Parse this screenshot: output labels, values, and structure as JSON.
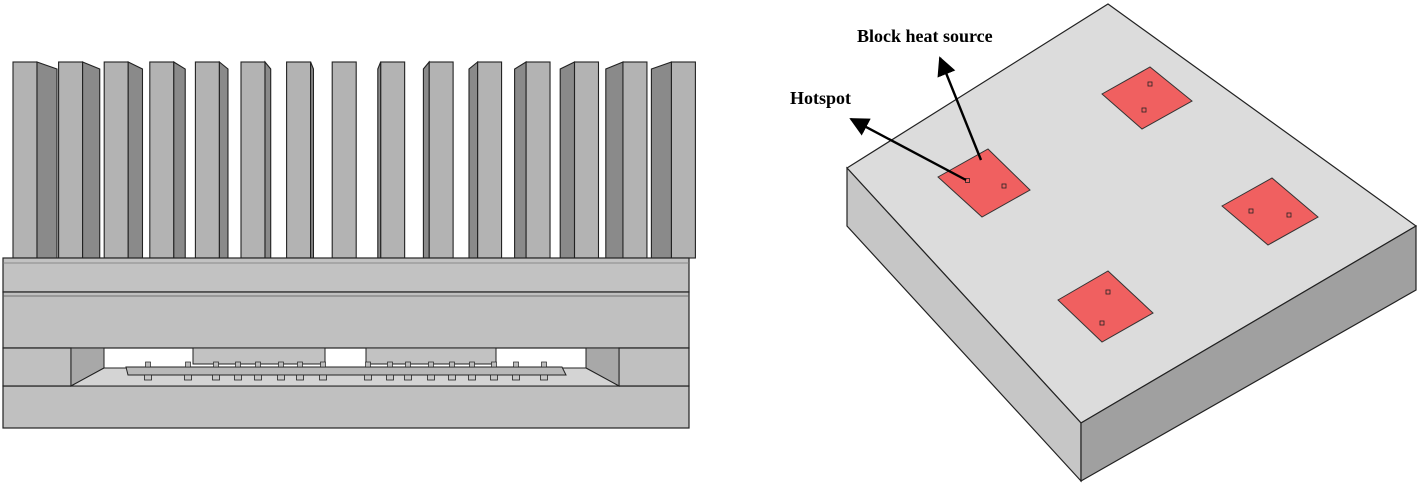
{
  "labels": {
    "block_heat_source": "Block heat source",
    "hotspot": "Hotspot"
  },
  "colors": {
    "fin_front": "#b3b3b3",
    "fin_side": "#8a8a8a",
    "body": "#c0c0c0",
    "slab_top": "#dcdcdc",
    "slab_front": "#c4c4c4",
    "slab_side": "#9e9e9e",
    "heat_source": "#f06060",
    "outline": "#222222"
  },
  "heat_sink": {
    "fin_count": 15
  },
  "block_heat_sources": {
    "count": 4,
    "hotspots_per_source": 2
  }
}
